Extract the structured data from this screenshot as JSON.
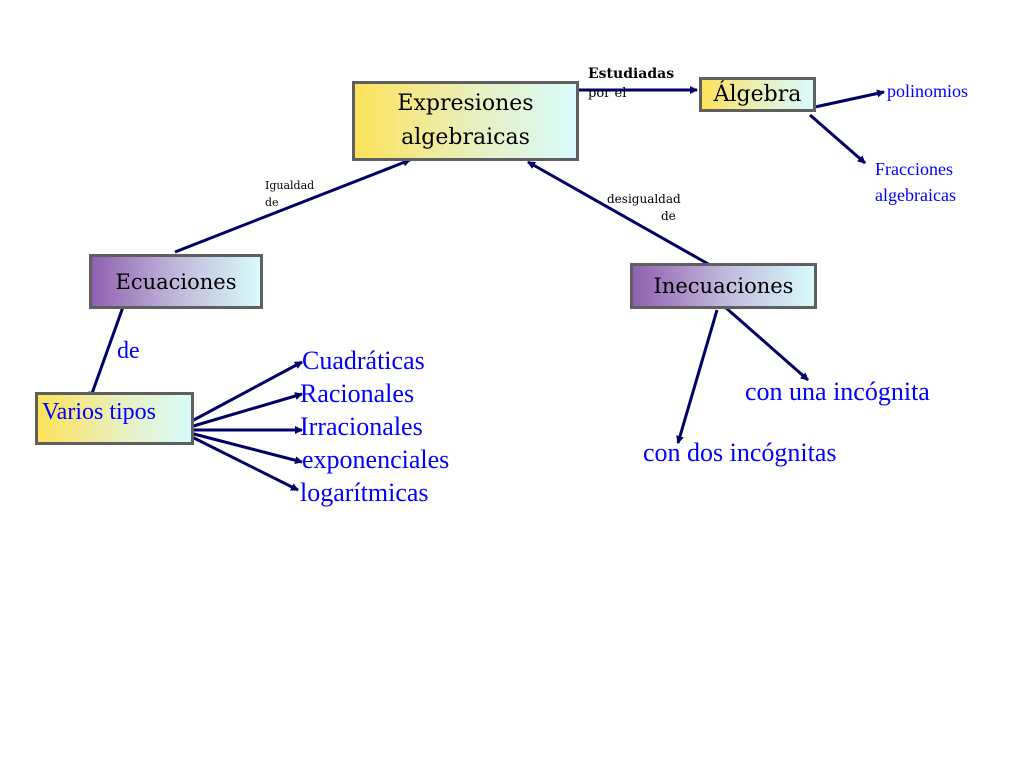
{
  "nodes": {
    "expresiones": "Expresiones algebraicas",
    "algebra": "Álgebra",
    "ecuaciones": "Ecuaciones",
    "inecuaciones": "Inecuaciones",
    "varios": "Varios tipos"
  },
  "links": {
    "estudiadas": "Estudiadas",
    "por_el": "por el",
    "igualdad": "Igualdad",
    "igualdad_de": "de",
    "desigualdad": "desigualdad",
    "desigualdad_de": "de",
    "de": "de"
  },
  "algebra_children": [
    "polinomios",
    "Fracciones",
    "algebraicas"
  ],
  "tipos": [
    "Cuadráticas",
    "Racionales",
    "Irracionales",
    "exponenciales",
    "logarítmicas"
  ],
  "inecuaciones_children": [
    "con una incógnita",
    "con dos incógnitas"
  ],
  "colors": {
    "arrow": "#000066",
    "text_blue": "#0000ff"
  }
}
